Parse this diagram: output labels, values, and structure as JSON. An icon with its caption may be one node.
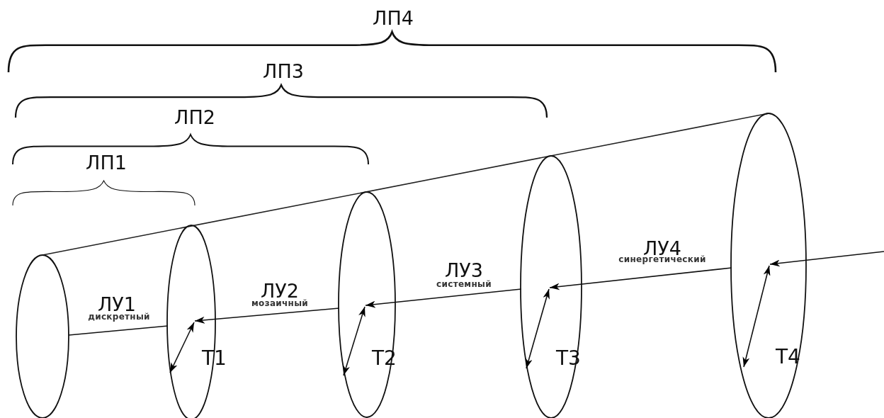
{
  "diagram": {
    "nodes": [
      {
        "text": [],
        "shape": "ellipse"
      },
      {
        "text": [
          "Т1"
        ]
      },
      {
        "text": [
          "Т2"
        ]
      },
      {
        "text": [
          "Т3"
        ]
      },
      {
        "text": [
          "Т4"
        ]
      }
    ],
    "edges": [
      {
        "from": 1,
        "to": 0,
        "arrow": "none"
      },
      {
        "from": 2,
        "to": 1,
        "arrow": "to"
      },
      {
        "from": 3,
        "to": 2,
        "arrow": "to"
      },
      {
        "from": 4,
        "to": 3,
        "arrow": "to"
      },
      {
        "from": null,
        "to": 4,
        "arrow": "to"
      }
    ],
    "labels": [
      "ЛП4",
      "ЛП3",
      "ЛП2",
      "ЛП1",
      "ЛУ4",
      "синергетический",
      "ЛУ3",
      "системный",
      "ЛУ2",
      "мозаичный",
      "ЛУ1",
      "дискретный"
    ]
  }
}
